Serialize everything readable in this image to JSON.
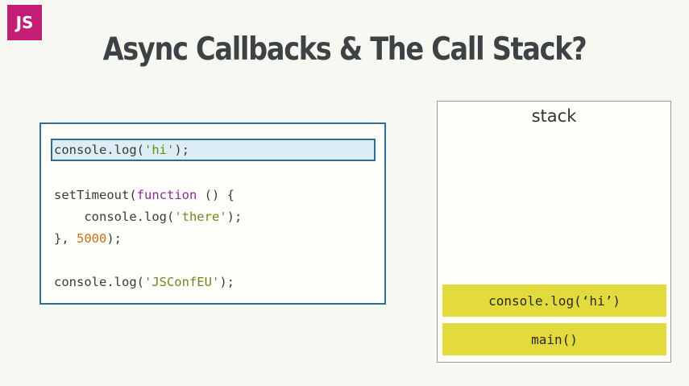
{
  "logo": {
    "text": "JS",
    "color": "#c21e76"
  },
  "title": "Async Callbacks & The Call Stack?",
  "code": {
    "highlighted_line_index": 0,
    "lines": {
      "l1": {
        "prefix": "console.log(",
        "str": "'hi'",
        "suffix": ");"
      },
      "l2": {
        "prefix": "setTimeout(",
        "kw": "function",
        "suffix": " () {"
      },
      "l3": {
        "prefix": "    console.log(",
        "str": "'there'",
        "suffix": ");"
      },
      "l4": {
        "prefix": "}, ",
        "num": "5000",
        "suffix": ");"
      },
      "l5": {
        "prefix": "console.log(",
        "str": "'JSConfEU'",
        "suffix": ");"
      }
    }
  },
  "stack": {
    "label": "stack",
    "frames": [
      "console.log(‘hi’)",
      "main()"
    ],
    "frame_color": "#e2db3b"
  },
  "colors": {
    "background": "#f7f8f2",
    "border_blue": "#2f6f97",
    "highlight_fill": "#dcedf6",
    "keyword": "#8a2c8f",
    "string": "#6a8a1c",
    "number": "#c4741a"
  }
}
